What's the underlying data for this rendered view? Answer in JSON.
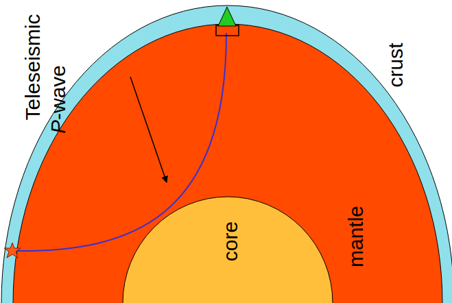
{
  "diagram": {
    "labels": [
      "Teleseismic",
      "P-wave",
      "crust",
      "mantle",
      "core"
    ]
  }
}
